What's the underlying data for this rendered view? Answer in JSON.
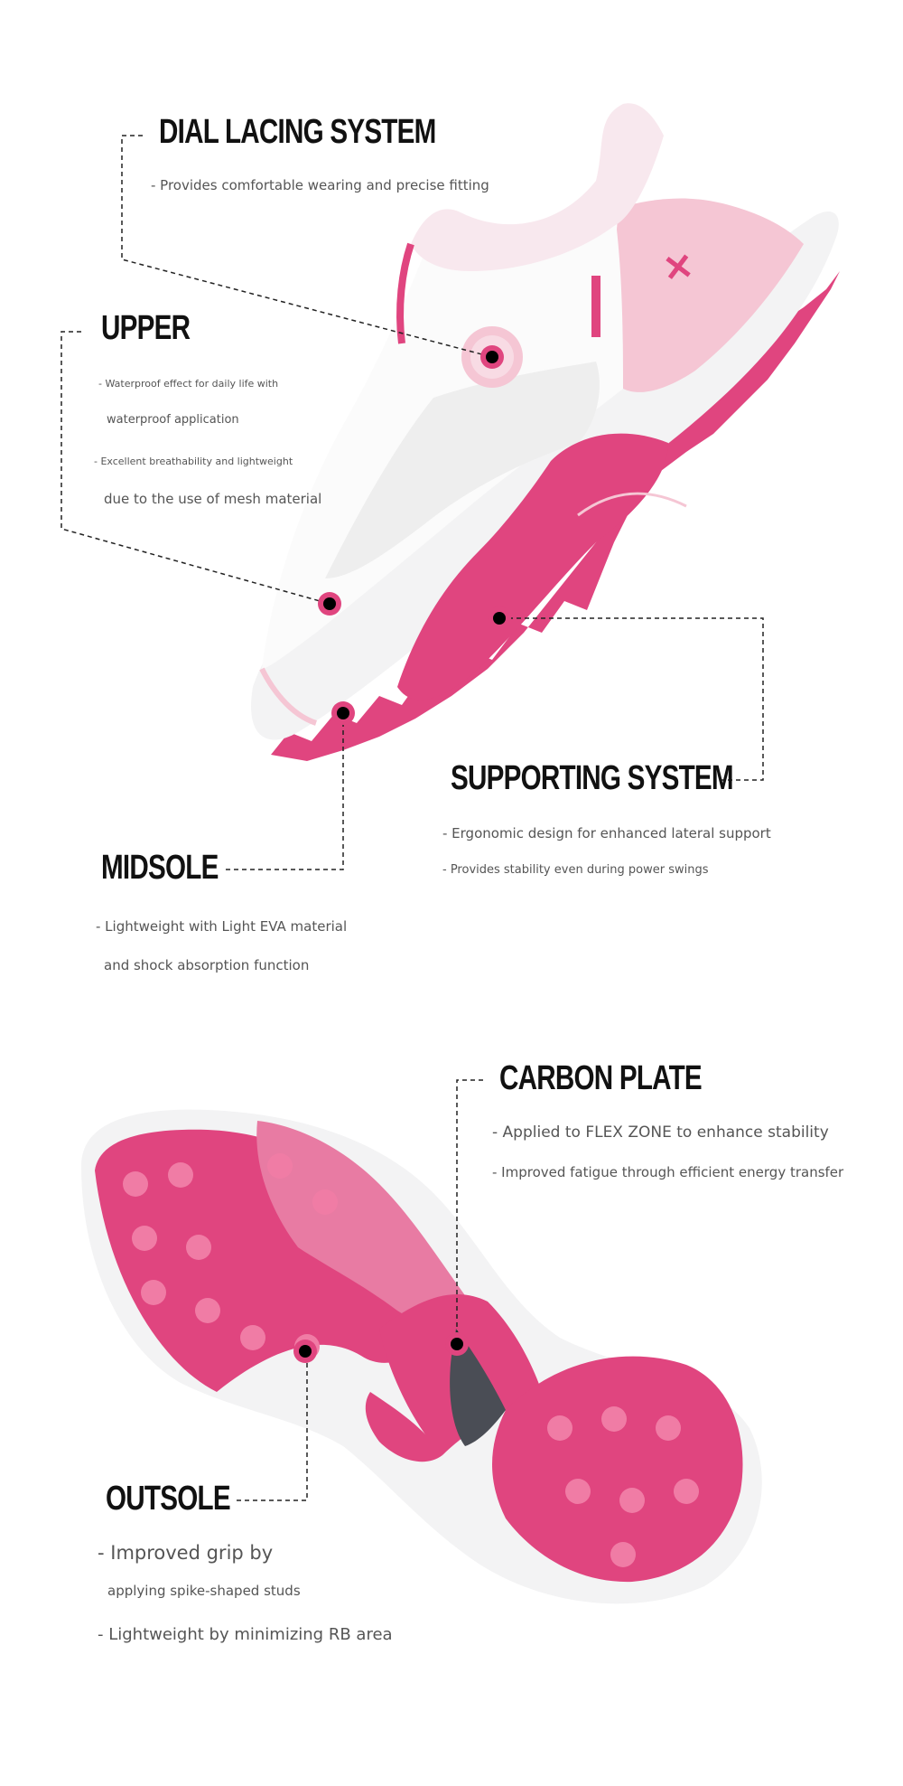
{
  "features": {
    "dial_lacing": {
      "title": "DIAL LACING SYSTEM",
      "lines": [
        "- Provides comfortable wearing and precise fitting"
      ]
    },
    "upper": {
      "title": "UPPER",
      "lines": [
        "- Waterproof effect for daily life with",
        "waterproof application",
        "- Excellent breathability and lightweight",
        "due to the use of mesh material"
      ]
    },
    "supporting": {
      "title": "SUPPORTING SYSTEM",
      "lines": [
        "- Ergonomic design for enhanced lateral support",
        "- Provides stability even during power swings"
      ]
    },
    "midsole": {
      "title": "MIDSOLE",
      "lines": [
        "- Lightweight with Light EVA material",
        "and shock absorption function"
      ]
    },
    "carbon": {
      "title": "CARBON PLATE",
      "lines": [
        "- Applied to FLEX ZONE to enhance stability",
        "- Improved fatigue through efficient energy transfer"
      ]
    },
    "outsole": {
      "title": "OUTSOLE",
      "lines": [
        "- Improved grip by",
        "applying spike-shaped studs",
        "- Lightweight by minimizing RB area"
      ]
    }
  },
  "colors": {
    "accent_pink": "#e0457f",
    "light_pink": "#f5c6d4",
    "text_dark": "#111111",
    "text_body": "#555555"
  }
}
